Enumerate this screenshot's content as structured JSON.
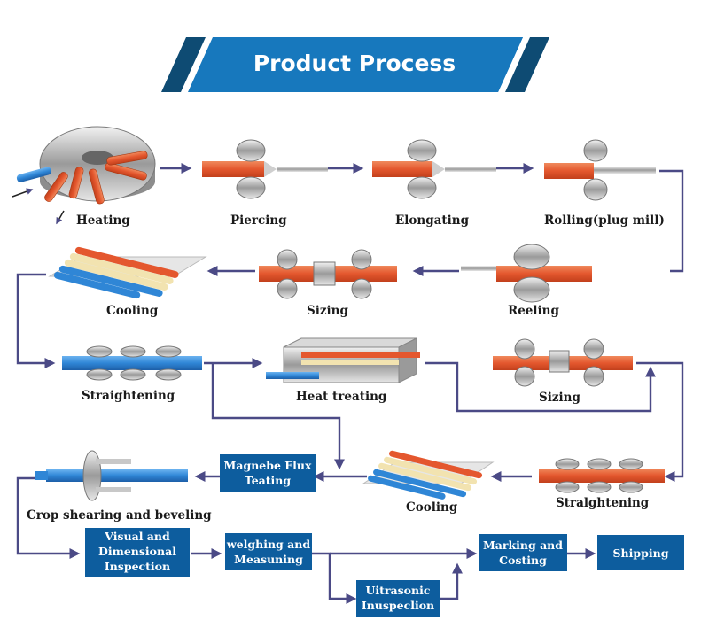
{
  "title": "Product Process",
  "colors": {
    "banner": "#1778bd",
    "banner_dark": "#0e4b73",
    "box": "#0d5d9e",
    "arrow": "#4b4a86",
    "orange": "#e4572e",
    "blue": "#2f86d6"
  },
  "steps": {
    "heating": "Heating",
    "piercing": "Piercing",
    "elongating": "Elongating",
    "rolling": "Rolling(plug mill)",
    "reeling": "Reeling",
    "sizing1": "Sizing",
    "cooling1": "Cooling",
    "straightening1": "Straightening",
    "heat_treating": "Heat treating",
    "sizing2": "Sizing",
    "straightening2": "Stralghtening",
    "cooling2": "Cooling",
    "crop": "Crop shearing and beveling"
  },
  "boxes": {
    "magnetic": [
      "Magnebe Flux",
      "Teating"
    ],
    "visual": [
      "Visual and",
      "Dimensional",
      "Inspection"
    ],
    "weighing": [
      "welghing and",
      "Measuning"
    ],
    "ultrasonic": [
      "Uitrasonic",
      "Inuspeclion"
    ],
    "marking": [
      "Marking and",
      "Costing"
    ],
    "shipping": [
      "Shipping"
    ]
  }
}
